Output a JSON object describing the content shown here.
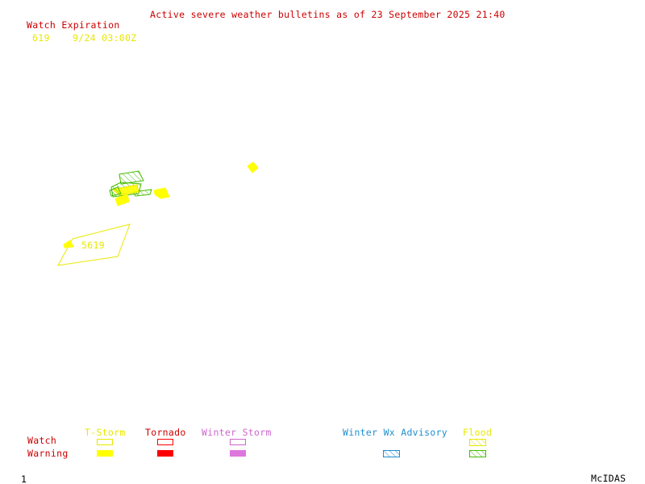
{
  "header": {
    "title": "Active severe weather bulletins as of 23 September 2025 21:40"
  },
  "watch_expiration": {
    "heading": "Watch Expiration",
    "entries": [
      {
        "watch_number": "619",
        "expiration": "9/24 03:00Z"
      }
    ]
  },
  "map": {
    "watch_box_label": "5619"
  },
  "legend": {
    "row_labels": {
      "watch": "Watch",
      "warning": "Warning"
    },
    "categories": {
      "tstorm": {
        "label": "T-Storm",
        "color": "#ffff00"
      },
      "tornado": {
        "label": "Tornado",
        "color": "#ff0000"
      },
      "winter_storm": {
        "label": "Winter Storm",
        "color": "#dd77dd"
      },
      "winter_wx_advisory": {
        "label": "Winter Wx Advisory",
        "color": "#1f8fcf"
      },
      "flood": {
        "label": "Flood",
        "color": "#ffff00",
        "warning_color": "#44bb00"
      }
    },
    "label_color": "#cc0000"
  },
  "footer": {
    "frame_number": "1",
    "software": "McIDAS"
  }
}
